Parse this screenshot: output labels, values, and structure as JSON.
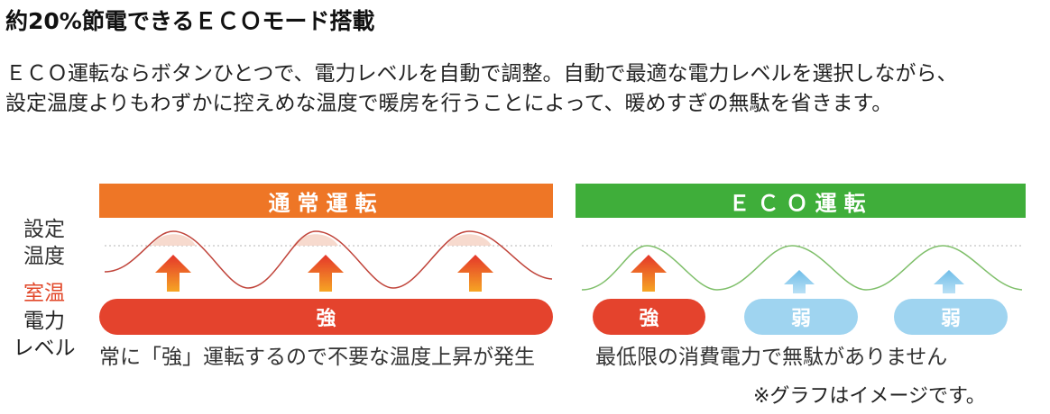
{
  "title": "約20%節電できるＥＣＯモード搭載",
  "description": {
    "line1": "ＥＣＯ運転ならボタンひとつで、電力レベルを自動で調整。自動で最適な電力レベルを選択しながら、",
    "line2": "設定温度よりもわずかに控えめな温度で暖房を行うことによって、暖めすぎの無駄を省きます。"
  },
  "side_labels": {
    "set_temp_1": "設定",
    "set_temp_2": "温度",
    "room_temp": "室温",
    "power_1": "電力",
    "power_2": "レベル"
  },
  "normal": {
    "header": "通常運転",
    "pill": "強",
    "caption": "常に「強」運転するので不要な温度上昇が発生"
  },
  "eco": {
    "header": "ＥＣＯ運転",
    "pills": [
      "強",
      "弱",
      "弱"
    ],
    "caption": "最低限の消費電力で無駄がありません"
  },
  "note": "※グラフはイメージです。",
  "colors": {
    "normal_header": "#ee7626",
    "eco_header": "#3fae3a",
    "strong": "#e4432d",
    "weak": "#9fd4f0",
    "room_temp_label": "#e2482a",
    "normal_wave": "#c0443a",
    "eco_wave": "#7fbf6a"
  }
}
